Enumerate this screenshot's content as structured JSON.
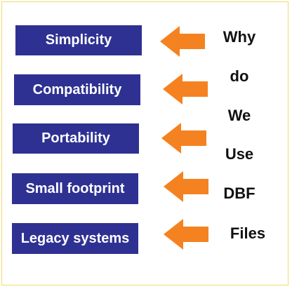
{
  "reasons": [
    {
      "label": "Simplicity"
    },
    {
      "label": "Compatibility"
    },
    {
      "label": "Portability"
    },
    {
      "label": "Small footprint"
    },
    {
      "label": "Legacy systems"
    }
  ],
  "question_words": [
    "Why",
    "do",
    "We",
    "Use",
    "DBF",
    "Files"
  ],
  "colors": {
    "box_fill": "#2e3192",
    "box_text": "#ffffff",
    "arrow": "#f58220",
    "frame_border": "#f0dc6a",
    "word_text": "#111111"
  },
  "icons": [
    "left-arrow-icon"
  ]
}
